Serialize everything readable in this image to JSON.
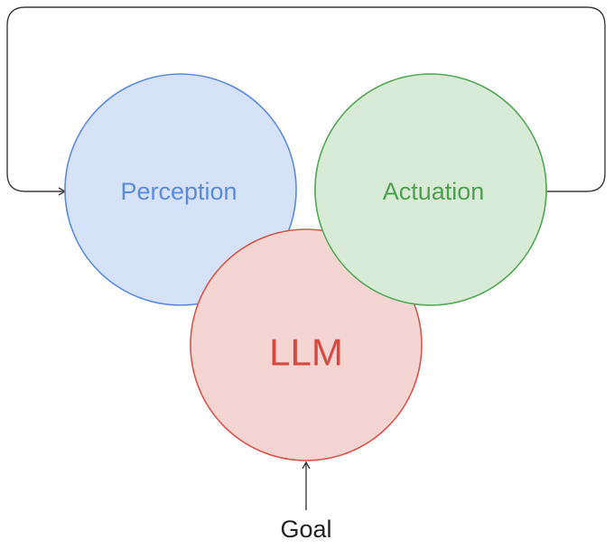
{
  "nodes": {
    "perception": {
      "label": "Perception",
      "fill": "#d6e2f8",
      "stroke": "#5a8bdf",
      "text_color": "#5a8bdf"
    },
    "actuation": {
      "label": "Actuation",
      "fill": "#d8ebd6",
      "stroke": "#58a95c",
      "text_color": "#4ea14f"
    },
    "llm": {
      "label": "LLM",
      "fill": "#f4d5d2",
      "stroke": "#d9534b",
      "text_color": "#d64a3f"
    }
  },
  "goal": {
    "label": "Goal"
  },
  "colors": {
    "connector": "#3c3c3c"
  }
}
